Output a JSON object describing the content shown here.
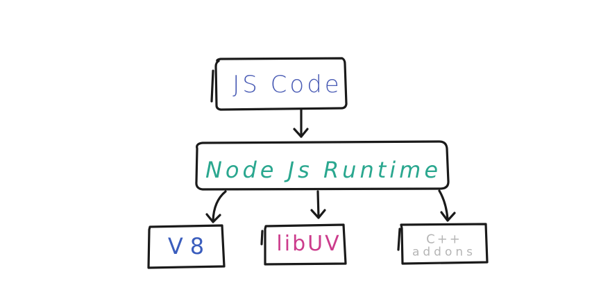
{
  "nodes": {
    "js_code": {
      "text": "JS Code",
      "color": "#4a5cb5"
    },
    "runtime": {
      "text": "Node Js Runtime",
      "color": "#2aa78f"
    },
    "v8": {
      "text": "V8",
      "color": "#3a5dbd"
    },
    "libuv": {
      "text": "libUV",
      "color": "#cc3c8c"
    },
    "addons": {
      "line1": "C++",
      "line2": "addons",
      "color": "#b5b5b5"
    }
  },
  "stroke_color": "#1a1a1a"
}
